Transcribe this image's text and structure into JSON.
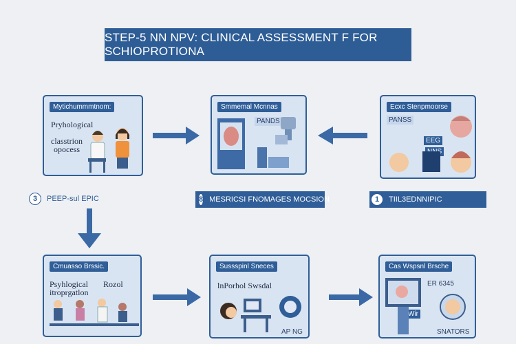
{
  "title": "STEP-5 NN NPV: CLINICAL ASSESSMENT F FOR SCHIOPROTIONA",
  "boxes": {
    "top_left": {
      "header": "Mytichummmtnom:",
      "line1": "Pryhological",
      "line2": "classtrion",
      "line3": "opocess"
    },
    "top_mid": {
      "header": "Smmemal Mcnnas",
      "tag": "PANDS"
    },
    "top_right": {
      "header": "Ecxc Stenpmoorse",
      "tag1": "PANSS",
      "tag2": "EEG",
      "tag3": "NNS"
    },
    "bot_left": {
      "header": "Cmuasso Brssic.",
      "line1": "Psyhlogical",
      "line2": "Rozol",
      "line3": "itroprgatlon"
    },
    "bot_mid": {
      "header": "Sussspinl Sneces",
      "line1": "lnPorhol Swsdal",
      "tag": "AP NG"
    },
    "bot_right": {
      "header": "Cas Wspsnl Brsche",
      "tag1": "ER 6345",
      "tag2": "Wir",
      "tag3": "SNATORS"
    }
  },
  "labels": {
    "left": {
      "num": "3",
      "text": "PEEP-sul EPIC"
    },
    "mid": {
      "num": "8",
      "text": "MESRICSI FNOMAGES MOCSION"
    },
    "right": {
      "num": "1",
      "text": "TIIL3EDNNIPIC"
    }
  },
  "colors": {
    "primary": "#2f5e98",
    "box_fill": "#d9e4f2",
    "background": "#eef0f3"
  }
}
